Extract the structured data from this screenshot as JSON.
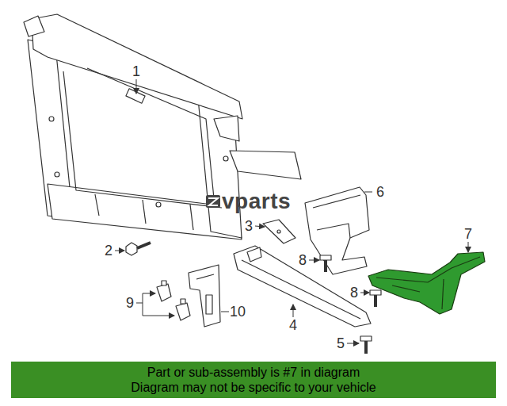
{
  "diagram": {
    "nodes": [
      {
        "text": [
          "Part or sub-assembly is #7 in diagram",
          "Diagram may not be specific to your vehicle"
        ]
      }
    ],
    "labels": [
      "1",
      "2",
      "3",
      "4",
      "5",
      "6",
      "7",
      "8",
      "8",
      "9",
      "10",
      "vparts"
    ]
  }
}
